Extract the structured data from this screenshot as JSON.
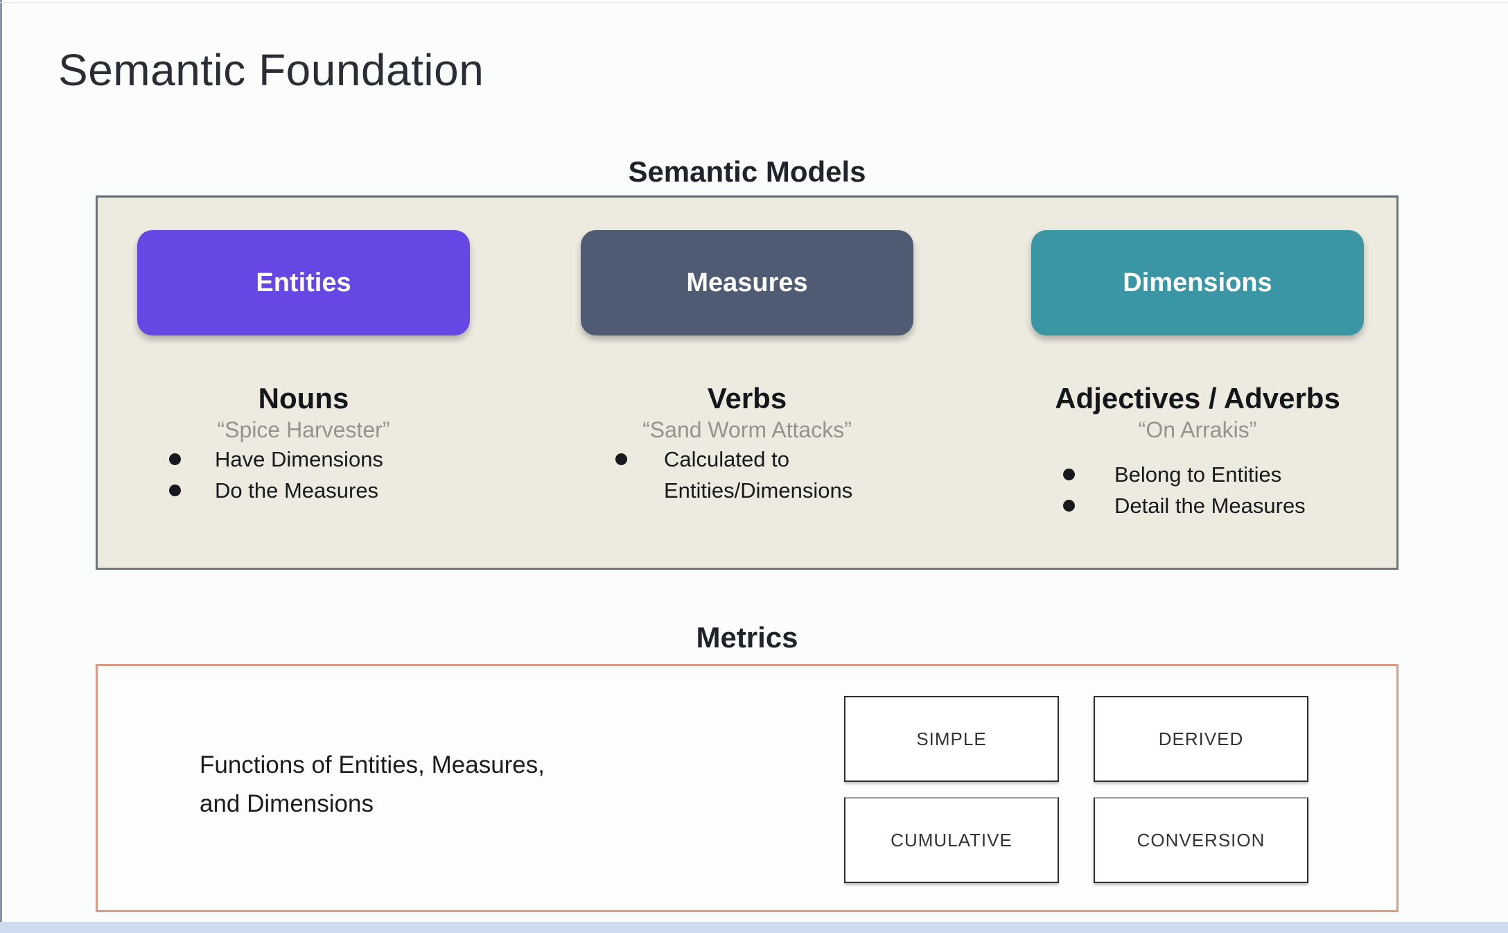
{
  "slide": {
    "title": "Semantic Foundation"
  },
  "semantic_models": {
    "heading": "Semantic Models",
    "columns": [
      {
        "box_label": "Entities",
        "box_color": "#6747e4",
        "heading": "Nouns",
        "quote": "“Spice Harvester”",
        "bullets": [
          "Have Dimensions",
          "Do the Measures"
        ]
      },
      {
        "box_label": "Measures",
        "box_color": "#4e5b72",
        "heading": "Verbs",
        "quote": "“Sand Worm Attacks”",
        "bullets": [
          "Calculated to Entities/Dimensions"
        ]
      },
      {
        "box_label": "Dimensions",
        "box_color": "#3a96a4",
        "heading": "Adjectives / Adverbs",
        "quote": "“On Arrakis”",
        "bullets": [
          "Belong to Entities",
          "Detail the Measures"
        ]
      }
    ]
  },
  "metrics": {
    "heading": "Metrics",
    "description_line1": "Functions of Entities, Measures,",
    "description_line2": "and Dimensions",
    "types": [
      "SIMPLE",
      "DERIVED",
      "CUMULATIVE",
      "CONVERSION"
    ]
  },
  "colors": {
    "entities_box": "#6747e4",
    "measures_box": "#4e5b72",
    "dimensions_box": "#3a96a4",
    "models_panel_bg": "#edeadf",
    "models_panel_border": "#6e7780",
    "metrics_panel_border": "#dc9a82"
  }
}
